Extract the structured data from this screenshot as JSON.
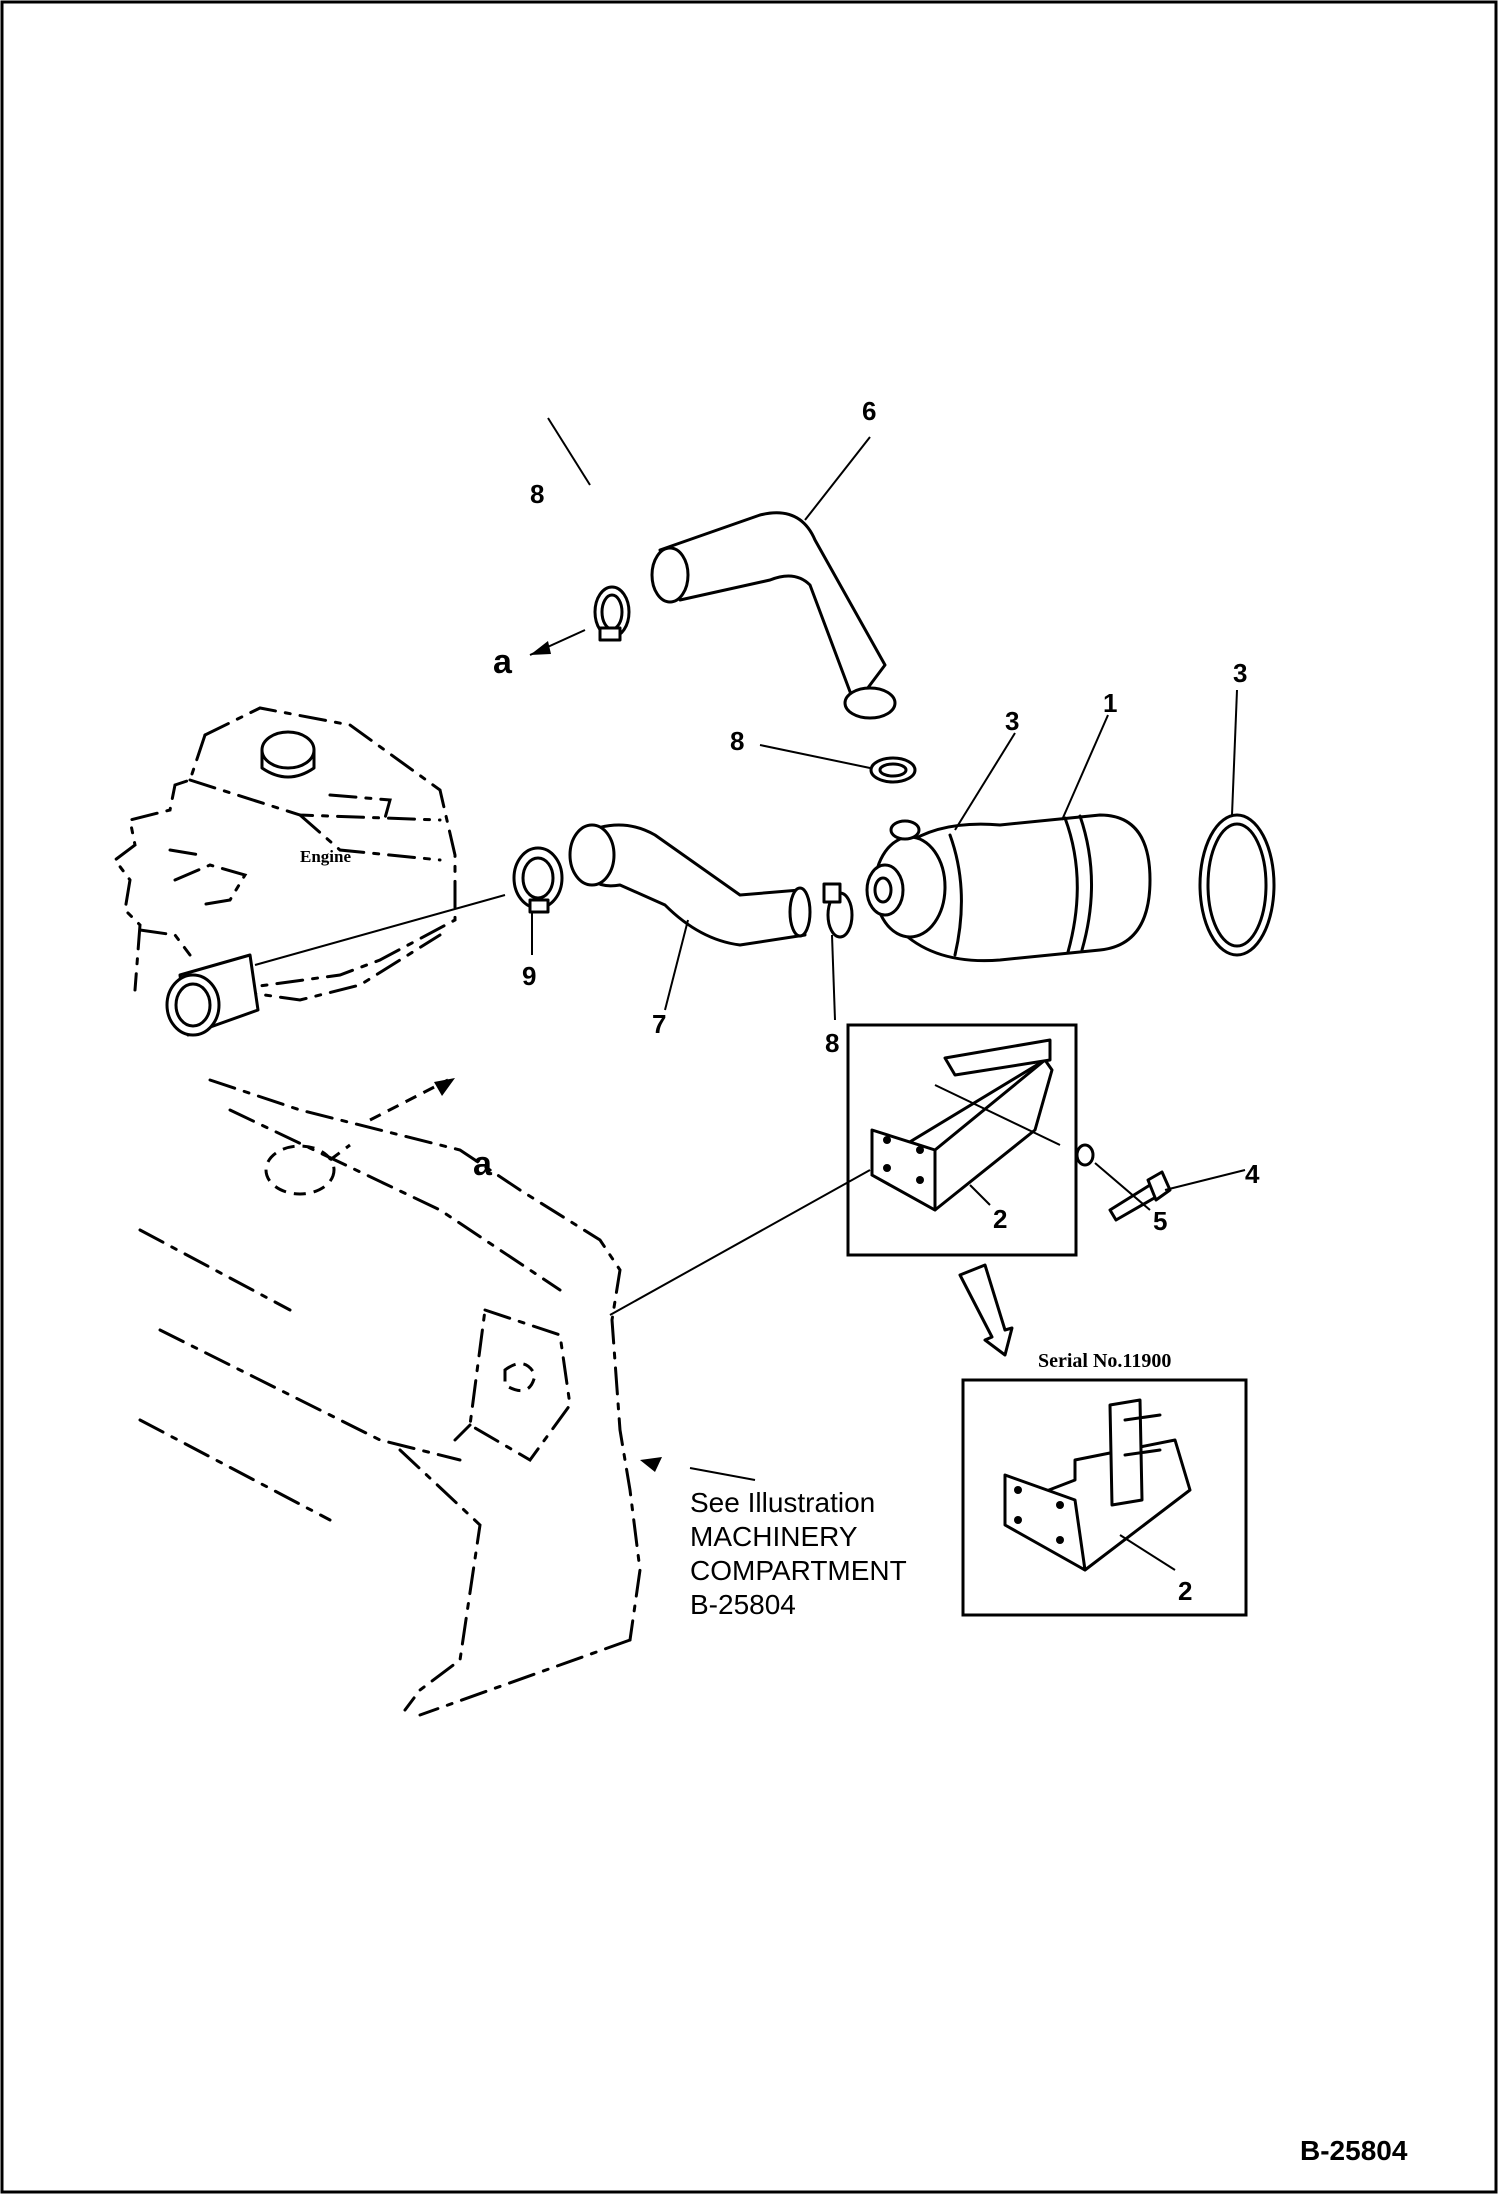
{
  "drawing": {
    "engine_label": "Engine",
    "serial_label": "Serial No.11900",
    "note_lines": [
      "See Illustration",
      "MACHINERY",
      "COMPARTMENT",
      "B-25804"
    ],
    "drawing_number": "B-25804",
    "view_marker": "a"
  },
  "callouts": {
    "element": "1",
    "bracket": "2",
    "bracket_alt": "2",
    "band_left": "3",
    "band_right": "3",
    "bolt": "4",
    "washer": "5",
    "hose_upper": "6",
    "hose_lower": "7",
    "clamp_top": "8",
    "clamp_mid": "8",
    "clamp_low": "8",
    "clamp_engine": "9"
  }
}
